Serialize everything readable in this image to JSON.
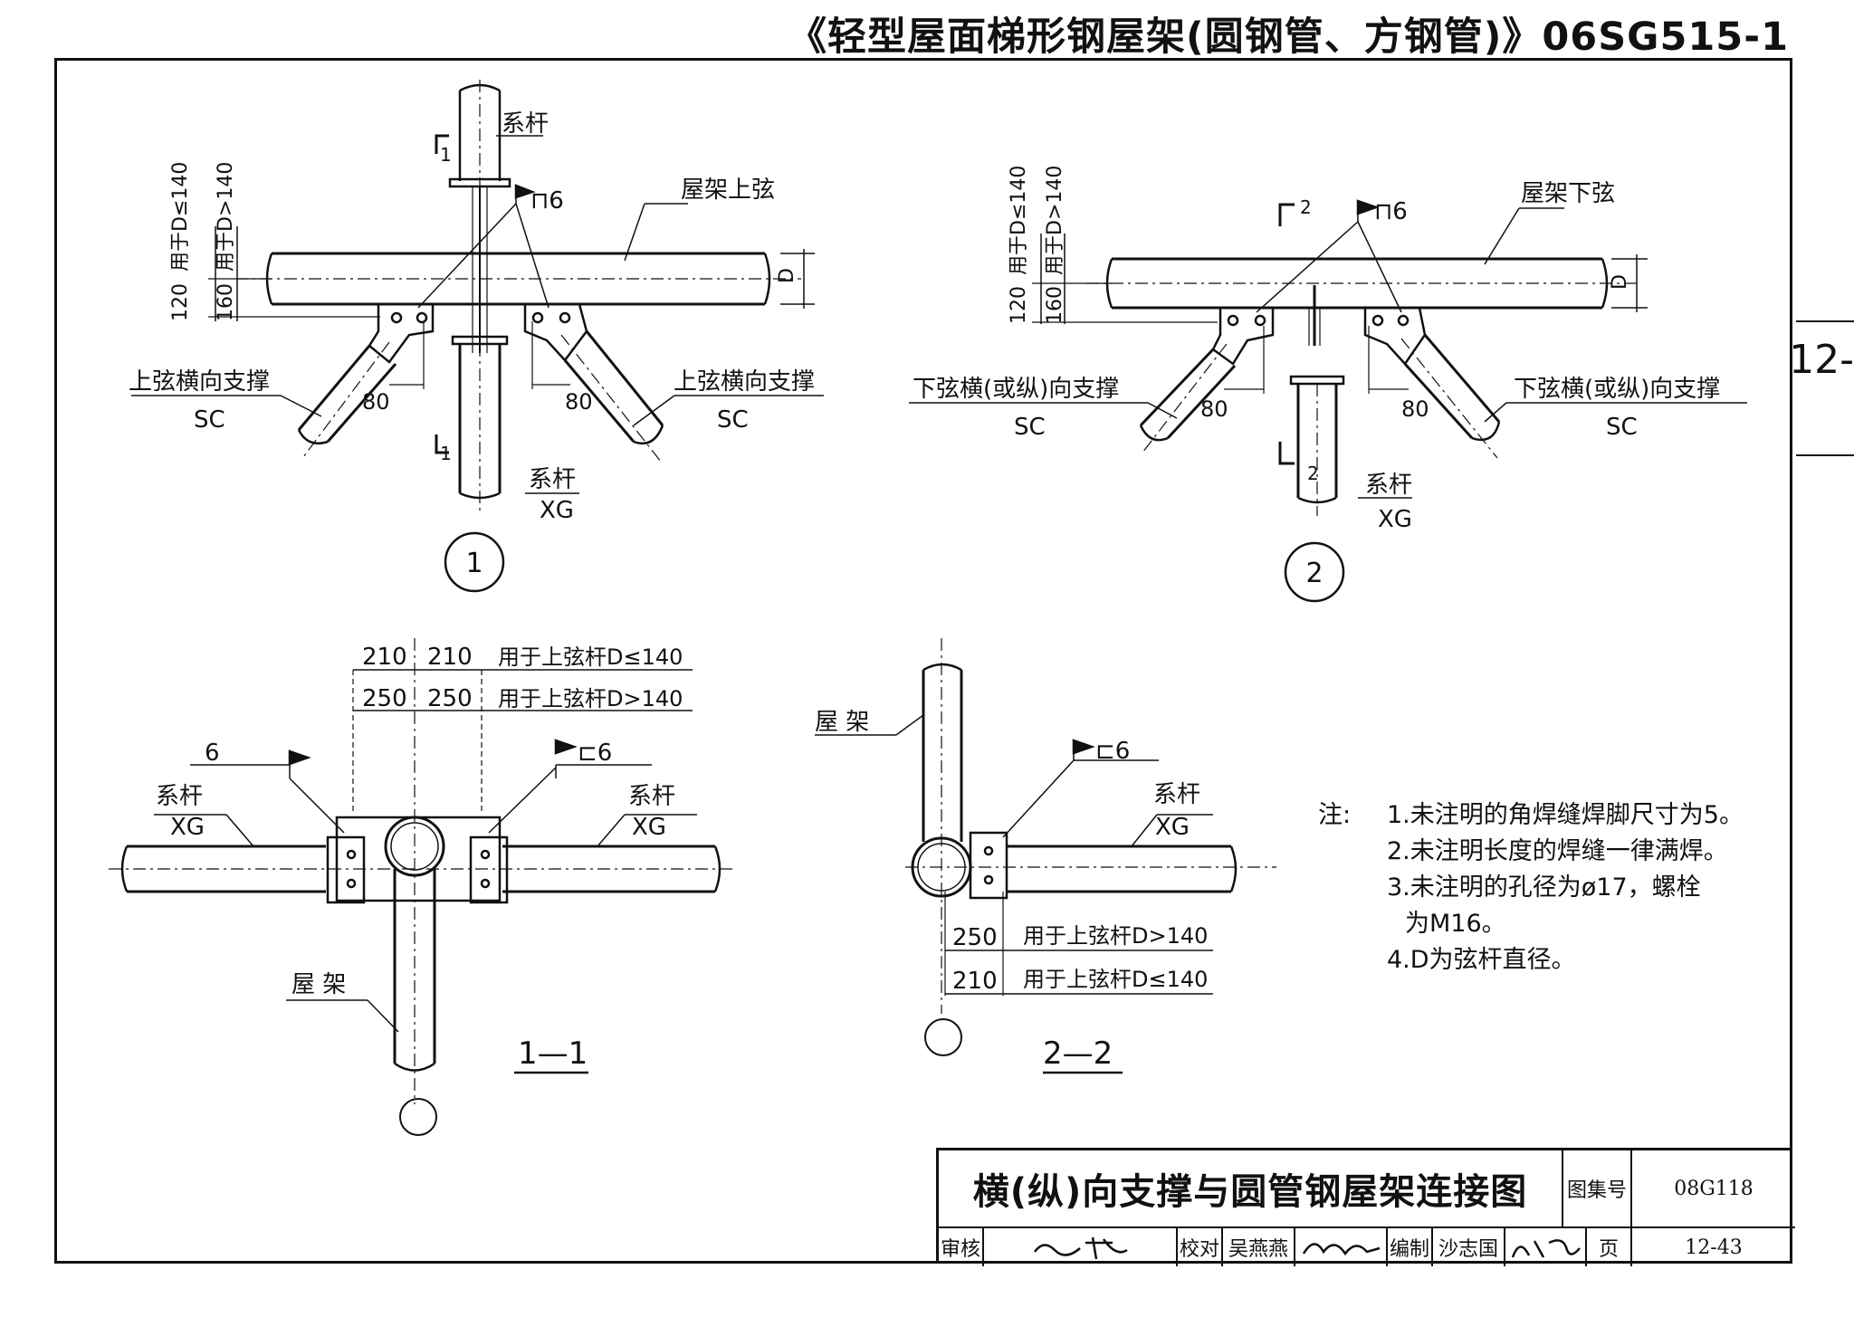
{
  "header": {
    "title": "《轻型屋面梯形钢屋架(圆钢管、方钢管)》06SG515-1"
  },
  "side_tab": "12-",
  "detail1": {
    "top_rod": "系杆",
    "section_mark": "1",
    "chord": "屋架上弦",
    "weld": "⊓6",
    "dim_d_small": "用于D≤140",
    "dim_d_large": "用于D>140",
    "dim_120": "120",
    "dim_160": "160",
    "d_label": "D",
    "brace_left": "上弦横向支撑",
    "brace_left_code": "SC",
    "brace_right": "上弦横向支撑",
    "brace_right_code": "SC",
    "dim_80_left": "80",
    "dim_80_right": "80",
    "bottom_rod": "系杆",
    "bottom_rod_code": "XG",
    "badge": "1"
  },
  "detail2": {
    "section_mark": "2",
    "chord": "屋架下弦",
    "weld": "⊓6",
    "dim_d_small": "用于D≤140",
    "dim_d_large": "用于D>140",
    "dim_120": "120",
    "dim_160": "160",
    "d_label": "D",
    "brace_left": "下弦横(或纵)向支撑",
    "brace_left_code": "SC",
    "brace_right": "下弦横(或纵)向支撑",
    "brace_right_code": "SC",
    "dim_80_left": "80",
    "dim_80_right": "80",
    "bottom_rod": "系杆",
    "bottom_rod_code": "XG",
    "badge": "2"
  },
  "section11": {
    "dim_210a": "210",
    "dim_210b": "210",
    "dim_210_note": "用于上弦杆D≤140",
    "dim_250a": "250",
    "dim_250b": "250",
    "dim_250_note": "用于上弦杆D>140",
    "weld_left": "6",
    "weld_right": "⊏6",
    "rod_left": "系杆",
    "rod_left_code": "XG",
    "rod_right": "系杆",
    "rod_right_code": "XG",
    "truss": "屋  架",
    "label": "1—1"
  },
  "section22": {
    "truss": "屋  架",
    "weld": "⊏6",
    "rod": "系杆",
    "rod_code": "XG",
    "dim_250": "250",
    "dim_250_note": "用于上弦杆D>140",
    "dim_210": "210",
    "dim_210_note": "用于上弦杆D≤140",
    "label": "2—2"
  },
  "notes": {
    "prefix": "注:",
    "items": [
      "1.未注明的角焊缝焊脚尺寸为5。",
      "2.未注明长度的焊缝一律满焊。",
      "3.未注明的孔径为ø17，螺栓",
      "为M16。",
      "4.D为弦杆直径。"
    ]
  },
  "title_block": {
    "title": "横(纵)向支撑与圆管钢屋架连接图",
    "atlas_label": "图集号",
    "atlas_value": "08G118",
    "review_label": "审核",
    "check_label": "校对",
    "check_name": "吴燕燕",
    "compile_label": "编制",
    "compile_name": "沙志国",
    "page_label": "页",
    "page_value": "12-43"
  }
}
